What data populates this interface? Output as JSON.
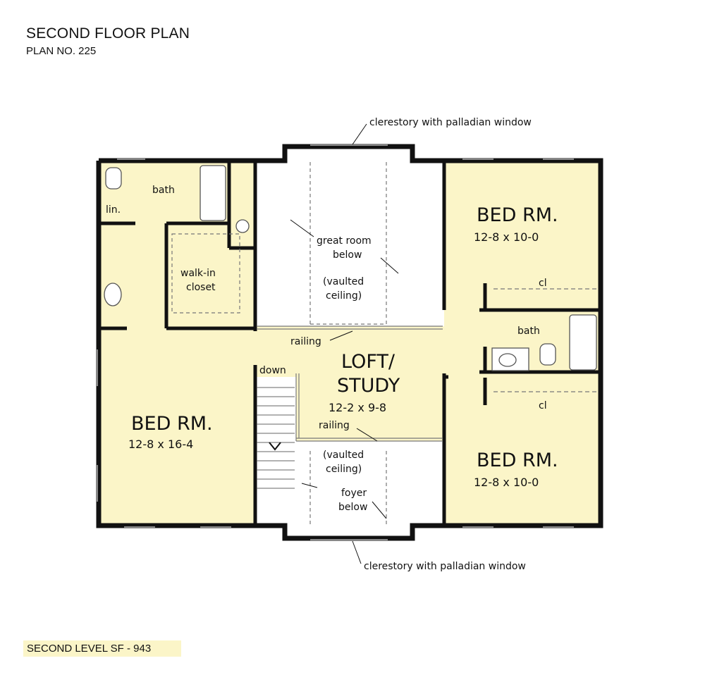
{
  "header": {
    "title": "SECOND FLOOR PLAN",
    "plan_no": "PLAN NO. 225"
  },
  "footer": {
    "square_feet": "SECOND LEVEL SF - 943"
  },
  "colors": {
    "room_fill": "#fbf5c8",
    "wall": "#111111",
    "open_area": "#ffffff"
  },
  "annotations": {
    "clerestory_top": "clerestory with palladian window",
    "clerestory_bottom": "clerestory with palladian window",
    "railing_top": "railing",
    "railing_bottom": "railing",
    "down": "down",
    "great_room_line1": "great room",
    "great_room_line2": "below",
    "great_room_vaulted1": "(vaulted",
    "great_room_vaulted2": "ceiling)",
    "foyer_vaulted1": "(vaulted",
    "foyer_vaulted2": "ceiling)",
    "foyer_line1": "foyer",
    "foyer_line2": "below"
  },
  "rooms": {
    "bath_master": "bath",
    "linen": "lin.",
    "walk_in_1": "walk-in",
    "walk_in_2": "closet",
    "bed_left_name": "BED RM.",
    "bed_left_dim": "12-8  x  16-4",
    "loft_1": "LOFT/",
    "loft_2": "STUDY",
    "loft_dim": "12-2  x  9-8",
    "bed_tr_name": "BED RM.",
    "bed_tr_dim": "12-8  x  10-0",
    "closet_top": "cl",
    "bath_right": "bath",
    "closet_bottom": "cl",
    "bed_br_name": "BED RM.",
    "bed_br_dim": "12-8  x  10-0"
  }
}
